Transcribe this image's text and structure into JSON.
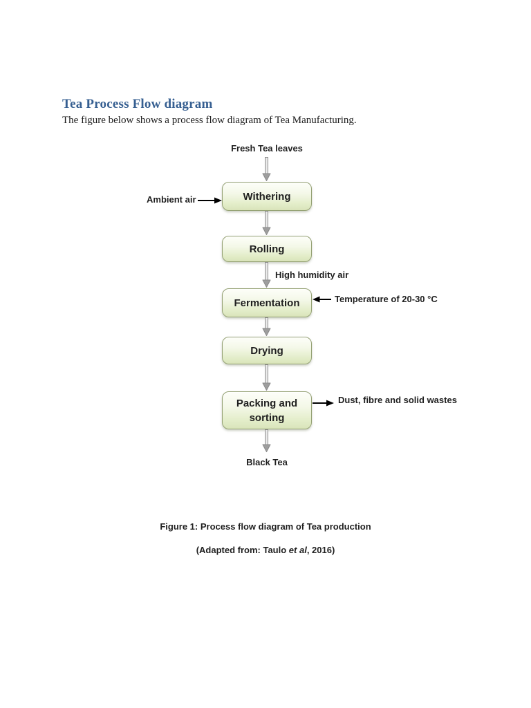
{
  "document": {
    "heading": "Tea Process Flow diagram",
    "intro": "The figure below shows a process flow diagram of Tea Manufacturing."
  },
  "diagram": {
    "source_label": "Fresh Tea leaves",
    "steps": [
      "Withering",
      "Rolling",
      "Fermentation",
      "Drying",
      "Packing and sorting"
    ],
    "annotations": {
      "ambient_air": "Ambient air",
      "high_humidity_air": "High humidity air",
      "temperature": "Temperature of 20-30 °C",
      "wastes": "Dust, fibre and solid wastes"
    },
    "sink_label": "Black Tea"
  },
  "caption": {
    "line1": "Figure 1: Process flow diagram of Tea production",
    "line2_prefix": "(Adapted from: Taulo ",
    "line2_italic": "et al",
    "line2_suffix": ", 2016)"
  },
  "colors": {
    "heading_blue": "#365F91",
    "box_border_green": "#93a072",
    "box_fill_top": "#fdfef9",
    "box_fill_bottom": "#d9e4ba",
    "block_arrow_gray": "#9e9e9e",
    "annotation_arrow_black": "#000000"
  }
}
